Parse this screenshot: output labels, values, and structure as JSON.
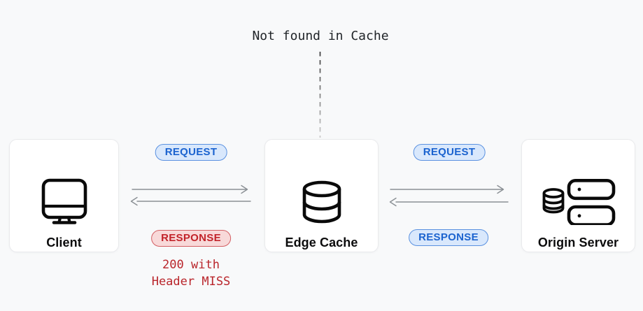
{
  "annotation": {
    "not_found_label": "Not found in Cache"
  },
  "nodes": [
    {
      "id": "client",
      "label": "Client",
      "icon": "monitor-icon"
    },
    {
      "id": "edge-cache",
      "label": "Edge Cache",
      "icon": "database-icon"
    },
    {
      "id": "origin-server",
      "label": "Origin Server",
      "icon": "server-rack-icon"
    }
  ],
  "links": [
    {
      "from": "client",
      "to": "edge-cache",
      "request_label": "REQUEST",
      "response_label": "RESPONSE",
      "response_style": "red",
      "response_note_line1": "200 with",
      "response_note_line2": "Header MISS"
    },
    {
      "from": "edge-cache",
      "to": "origin-server",
      "request_label": "REQUEST",
      "response_label": "RESPONSE",
      "response_style": "blue"
    }
  ],
  "colors": {
    "background": "#f8f9fa",
    "node_bg": "#ffffff",
    "node_border": "#e9eaec",
    "icon_stroke": "#0a0a0a",
    "label_text": "#0c0c0d",
    "badge_blue_bg": "#d9e8fc",
    "badge_blue_border": "#5a91e0",
    "badge_blue_text": "#1b63cf",
    "badge_red_bg": "#f8d9d9",
    "badge_red_border": "#d35f63",
    "badge_red_text": "#c2232a",
    "arrow": "#8a8f94",
    "annotation_text": "#212529",
    "response_note_text": "#b9252b",
    "dash_fade_top": "#3a3a3a",
    "dash_fade_bottom": "#cbcbcb"
  }
}
